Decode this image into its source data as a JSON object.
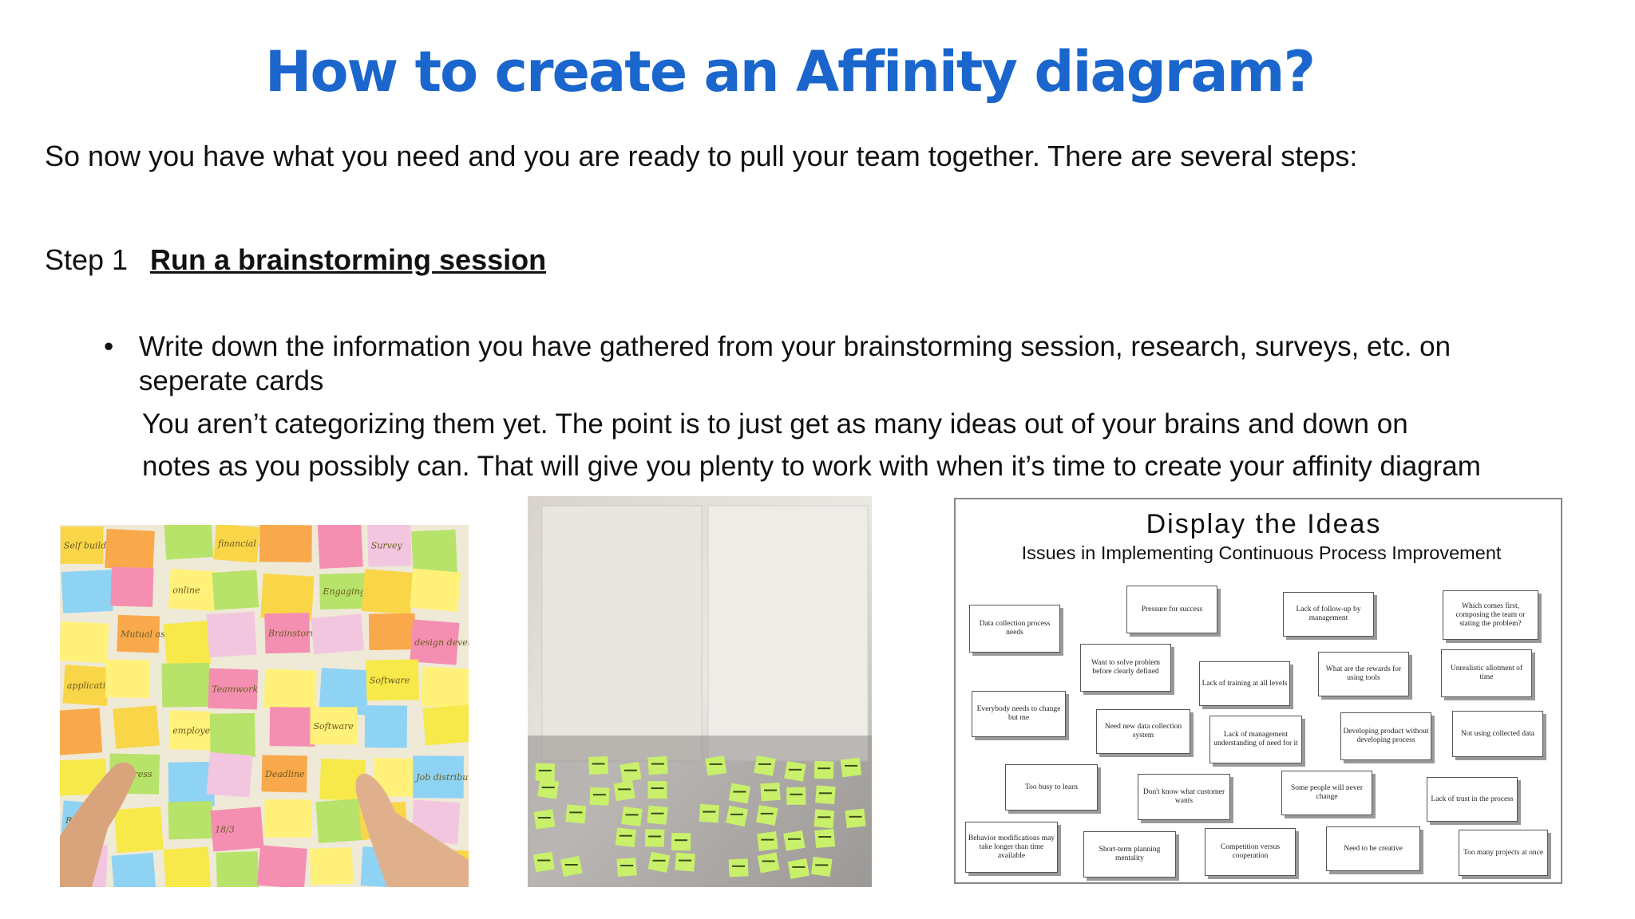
{
  "slide": {
    "title": "How to create an Affinity diagram?",
    "intro": "So now you have what you need and you are ready to pull your team together. There are several steps:",
    "step_label": "Step 1",
    "step_title": "Run a brainstorming session",
    "bullet": "Write down the information you have gathered from your brainstorming session, research, surveys, etc. on seperate cards",
    "para_line1": "You aren’t categorizing them yet. The point is to just get as many ideas out of your brains and down on",
    "para_line2": "notes as you possibly can. That will give you plenty to work with when it’s time to create your affinity diagram"
  },
  "display_image": {
    "title": "Display the Ideas",
    "subtitle": "Issues in Implementing Continuous Process Improvement",
    "cards": [
      "Data collection process needs",
      "Pressure for success",
      "Lack of follow-up by management",
      "Which comes first, composing the team or stating the problem?",
      "Want to solve problem before clearly defined",
      "Lack of training at all levels",
      "What are the rewards for using tools",
      "Unrealistic allotment of time",
      "Everybody needs to change but me",
      "Need new data collection system",
      "Lack of management understanding of need for it",
      "Developing product without developing process",
      "Not using collected data",
      "Too busy to learn",
      "Don't know what customer wants",
      "Some people will never change",
      "Lack of trust in the process",
      "Behavior modifications may take longer than time available",
      "Short-term planning mentality",
      "Competition versus cooperation",
      "Need to be creative",
      "Too many projects at once"
    ]
  },
  "photos": {
    "sticky_wall": {
      "notes": [
        "Self building",
        "financial analytics",
        "Survey",
        "online",
        "Engaging",
        "Mutual assistance",
        "Brainstorming",
        "design development",
        "applications",
        "Teamwork",
        "Software",
        "employee",
        "Software",
        "Progress",
        "Deadline",
        "Job distribution",
        "Result",
        "18/3"
      ],
      "note_colors": [
        "#f7e94a",
        "#f9d648",
        "#f48fb1",
        "#8fd3f4",
        "#b7e36a",
        "#f9a94b",
        "#fff17a",
        "#f3c6e0"
      ]
    },
    "board_wall": {
      "note_color": "#c9f06a"
    }
  }
}
